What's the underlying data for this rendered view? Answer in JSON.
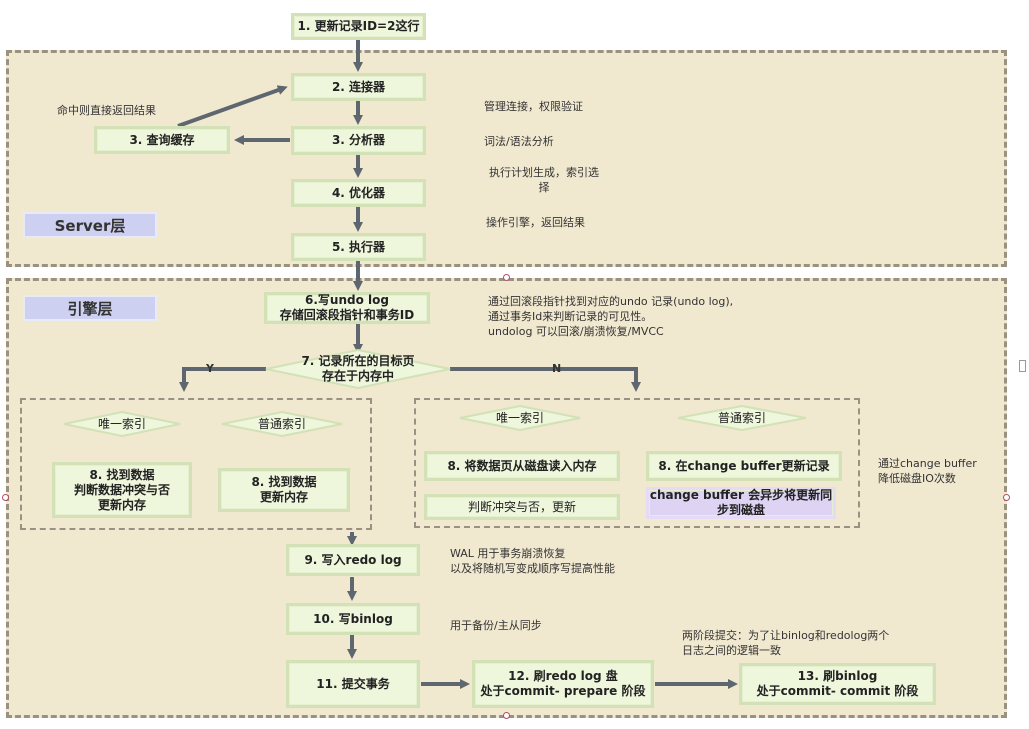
{
  "title": "1. 更新记录ID=2这行",
  "server": {
    "tag": "Server层",
    "connector": "2. 连接器",
    "cache": "3. 查询缓存",
    "analyzer": "3. 分析器",
    "optimizer": "4. 优化器",
    "executor": "5. 执行器",
    "cache_hit": "命中则直接返回结果",
    "note_connector": "管理连接，权限验证",
    "note_analyzer": "词法/语法分析",
    "note_optimizer": "执行计划生成，索引选\n择",
    "note_executor": "操作引擎，返回结果"
  },
  "engine": {
    "tag": "引擎层",
    "undo": "6.写undo log\n存储回滚段指针和事务ID",
    "undo_note": "通过回滚段指针找到对应的undo 记录(undo log),\n通过事务Id来判断记录的可见性。\nundolog 可以回滚/崩溃恢复/MVCC",
    "decision": "7. 记录所在的目标页\n存在于内存中",
    "yes": "Y",
    "no": "N",
    "left": {
      "unique": "唯一索引",
      "normal": "普通索引",
      "unique_action": "8. 找到数据\n判断数据冲突与否\n更新内存",
      "normal_action": "8. 找到数据\n更新内存"
    },
    "right": {
      "unique": "唯一索引",
      "normal": "普通索引",
      "read_disk": "8. 将数据页从磁盘读入内存",
      "check_conflict": "判断冲突与否，更新",
      "cb_update": "8. 在change buffer更新记录",
      "cb_async": "change buffer 会异步将更新同\n步到磁盘"
    },
    "cb_note": "通过change buffer\n降低磁盘IO次数",
    "redo": "9. 写入redo log",
    "redo_note": "WAL 用于事务崩溃恢复\n以及将随机写变成顺序写提高性能",
    "binlog": "10. 写binlog",
    "binlog_note": "用于备份/主从同步",
    "commit": "11. 提交事务",
    "prepare": "12. 刷redo log 盘\n处于commit- prepare 阶段",
    "flush_binlog": "13. 刷binlog\n处于commit- commit 阶段",
    "two_phase_note": "两阶段提交：为了让binlog和redolog两个\n日志之间的逻辑一致"
  },
  "colors": {
    "layer_bg": "#f1e8d0",
    "box_bg": "#eef6dc",
    "tag_bg": "#cdd0f0",
    "purple_box": "#dfd3f4",
    "arrow": "#5e6770"
  }
}
